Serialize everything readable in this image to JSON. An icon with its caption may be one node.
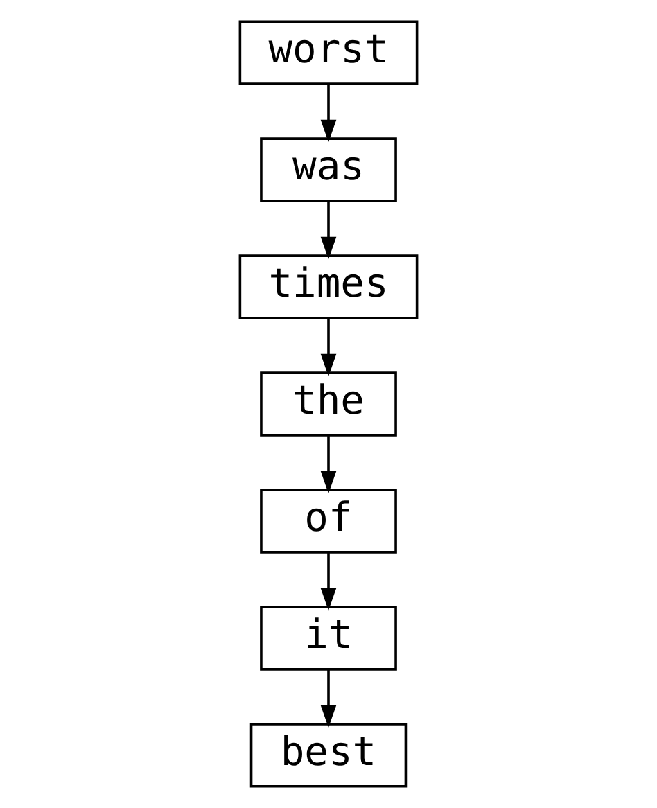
{
  "diagram": {
    "nodes": [
      {
        "text": [
          "worst"
        ]
      },
      {
        "text": [
          "was"
        ]
      },
      {
        "text": [
          "times"
        ]
      },
      {
        "text": [
          "the"
        ]
      },
      {
        "text": [
          "of"
        ]
      },
      {
        "text": [
          "it"
        ]
      },
      {
        "text": [
          "best"
        ]
      }
    ],
    "edges": [
      {
        "from": 0,
        "to": 1,
        "arrow": "to"
      },
      {
        "from": 1,
        "to": 2,
        "arrow": "to"
      },
      {
        "from": 2,
        "to": 3,
        "arrow": "to"
      },
      {
        "from": 3,
        "to": 4,
        "arrow": "to"
      },
      {
        "from": 4,
        "to": 5,
        "arrow": "to"
      },
      {
        "from": 5,
        "to": 6,
        "arrow": "to"
      }
    ]
  }
}
